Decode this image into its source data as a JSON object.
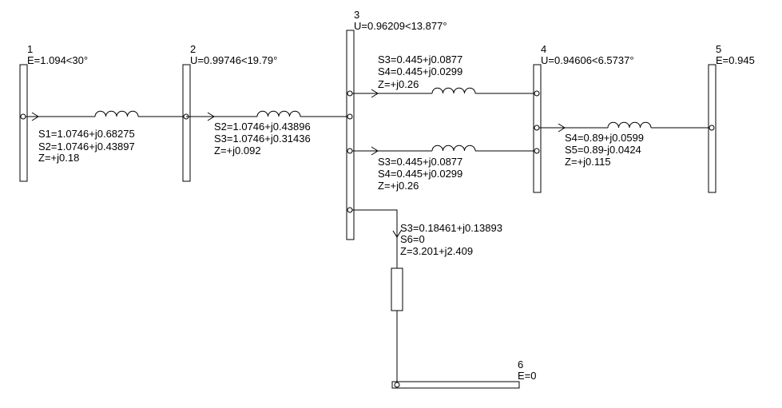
{
  "buses": [
    {
      "number": "1",
      "value": "E=1.094<30°"
    },
    {
      "number": "2",
      "value": "U=0.99746<19.79°"
    },
    {
      "number": "3",
      "value": "U=0.96209<13.877°"
    },
    {
      "number": "4",
      "value": "U=0.94606<6.5737°"
    },
    {
      "number": "5",
      "value": "E=0.945"
    },
    {
      "number": "6",
      "value": "E=0"
    }
  ],
  "branches": {
    "b12": {
      "l1": "S1=1.0746+j0.68275",
      "l2": "S2=1.0746+j0.43897",
      "l3": "Z=+j0.18"
    },
    "b23": {
      "l1": "S2=1.0746+j0.43896",
      "l2": "S3=1.0746+j0.31436",
      "l3": "Z=+j0.092"
    },
    "b34a": {
      "l1": "S3=0.445+j0.0877",
      "l2": "S4=0.445+j0.0299",
      "l3": "Z=+j0.26"
    },
    "b34b": {
      "l1": "S3=0.445+j0.0877",
      "l2": "S4=0.445+j0.0299",
      "l3": "Z=+j0.26"
    },
    "b45": {
      "l1": "S4=0.89+j0.0599",
      "l2": "S5=0.89-j0.0424",
      "l3": "Z=+j0.115"
    },
    "b36": {
      "l1": "S3=0.18461+j0.13893",
      "l2": "S6=0",
      "l3": "Z=3.201+j2.409"
    }
  }
}
